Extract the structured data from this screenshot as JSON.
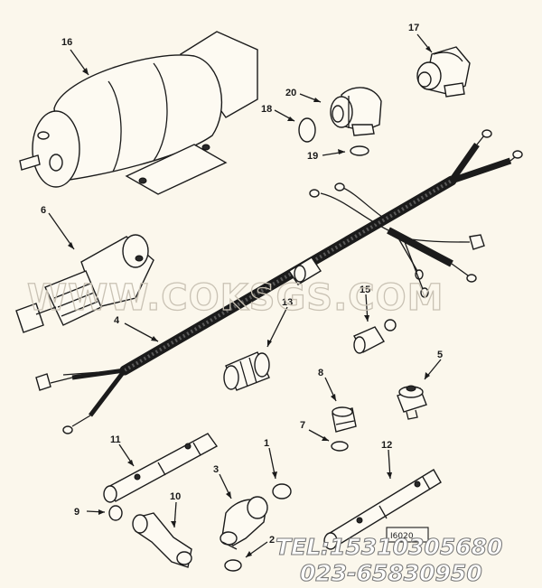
{
  "callouts": {
    "c1": "1",
    "c2": "2",
    "c3": "3",
    "c4": "4",
    "c5": "5",
    "c6": "6",
    "c7": "7",
    "c8": "8",
    "c9": "9",
    "c10": "10",
    "c11": "11",
    "c12": "12",
    "c13": "13",
    "c15": "15",
    "c16": "16",
    "c17": "17",
    "c18": "18",
    "c19": "19",
    "c20": "20"
  },
  "watermark": "WWW.COKSGS.COM",
  "contact": {
    "phone": "TEL:15310305680",
    "landline": "023-65830950"
  },
  "figure_id": "I6020"
}
